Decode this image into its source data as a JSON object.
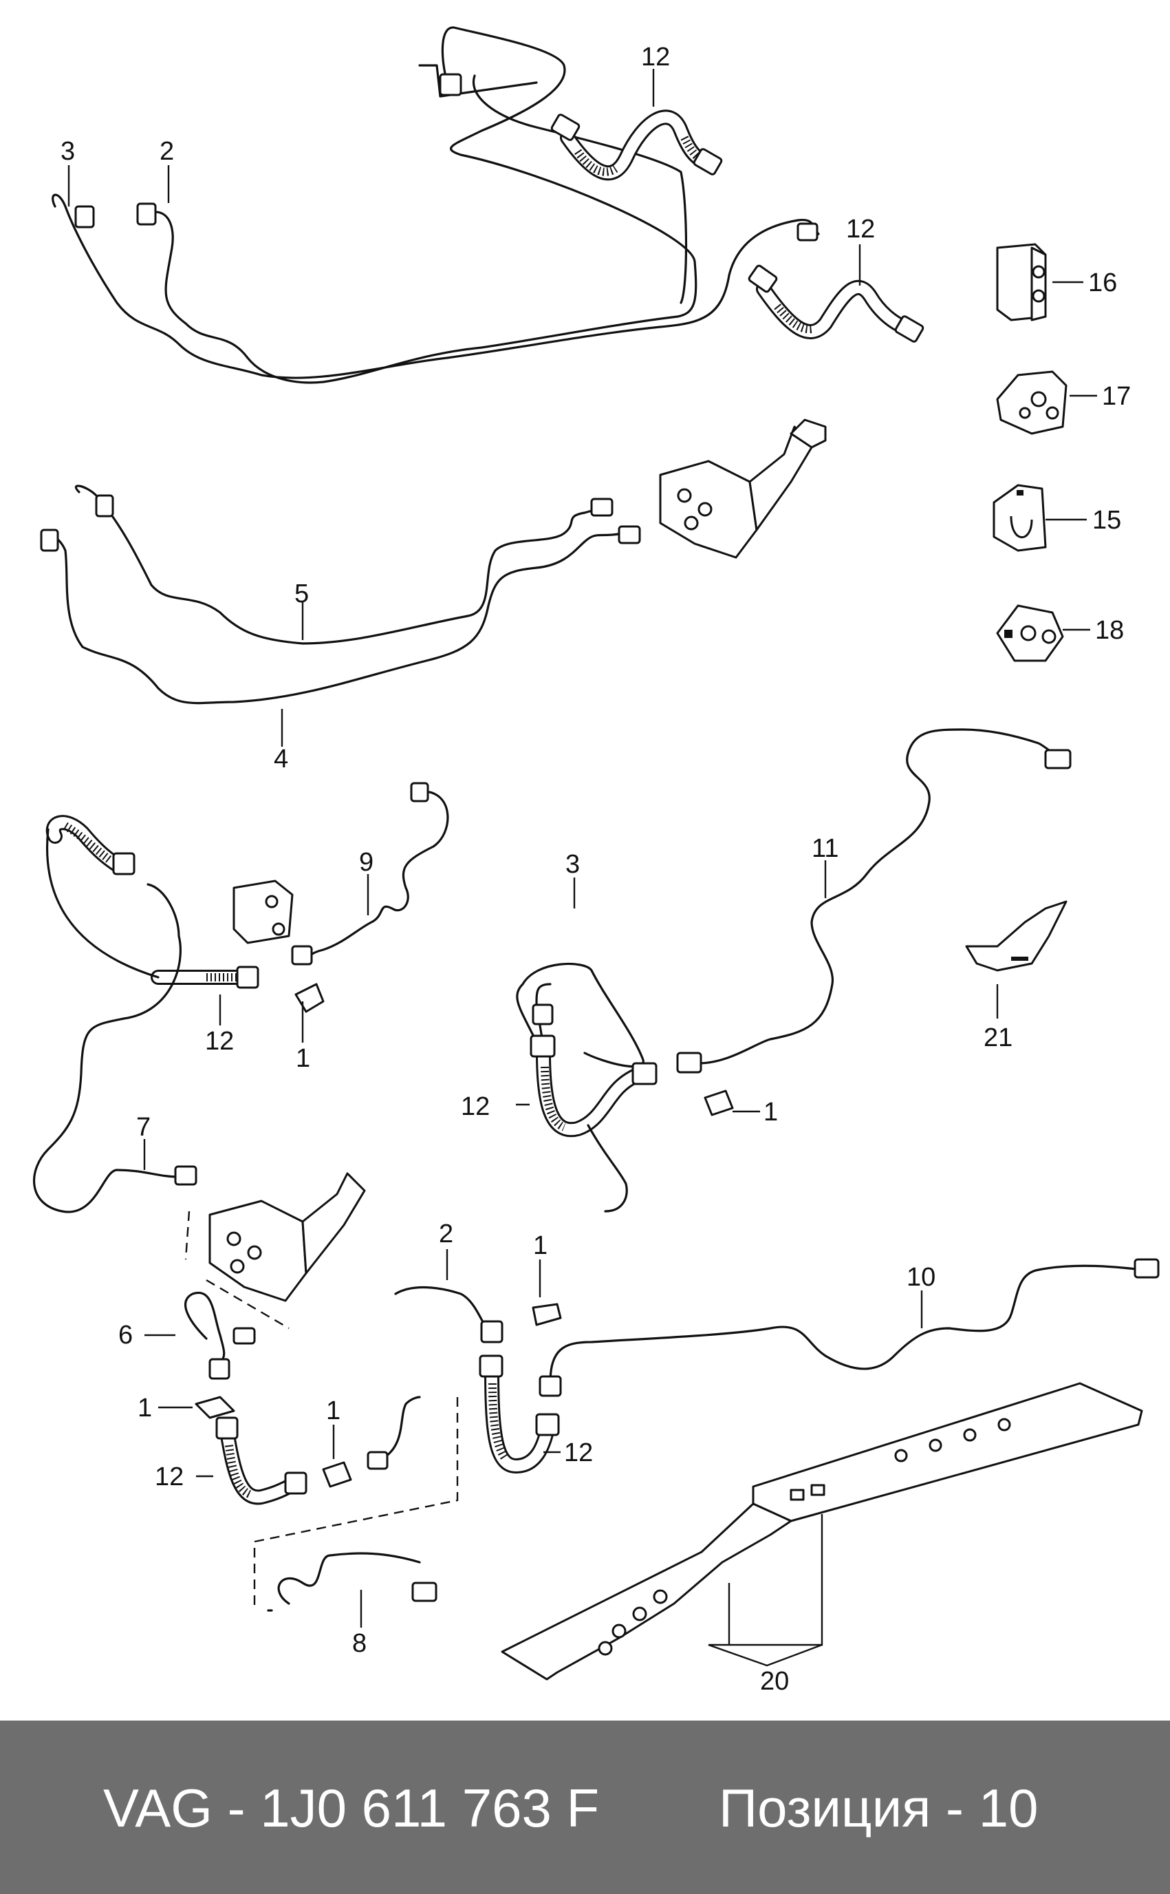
{
  "diagram": {
    "callouts": [
      "12",
      "3",
      "2",
      "12",
      "16",
      "17",
      "15",
      "18",
      "5",
      "4",
      "9",
      "3",
      "11",
      "12",
      "1",
      "21",
      "12",
      "1",
      "7",
      "2",
      "1",
      "10",
      "6",
      "1",
      "1",
      "12",
      "12",
      "8",
      "20"
    ]
  },
  "footer": {
    "part_number": "VAG - 1J0 611 763 F",
    "position": "Позиция - 10"
  },
  "colors": {
    "footer_bg": "#6e6e6e",
    "footer_text": "#ffffff",
    "line": "#111111"
  }
}
